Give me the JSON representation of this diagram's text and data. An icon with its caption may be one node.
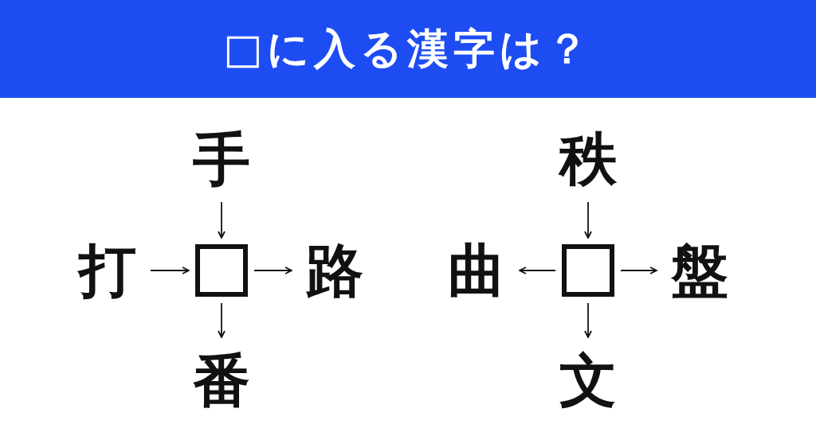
{
  "diagram": {
    "title": "□に入る漢字は？",
    "nodes": [
      {
        "text": [
          "手"
        ]
      },
      {
        "text": [
          "打"
        ]
      },
      {
        "text": [],
        "shape": "box"
      },
      {
        "text": [
          "路"
        ]
      },
      {
        "text": [
          "番"
        ]
      },
      {
        "text": [
          "秩"
        ]
      },
      {
        "text": [
          "曲"
        ]
      },
      {
        "text": [],
        "shape": "box"
      },
      {
        "text": [
          "盤"
        ]
      },
      {
        "text": [
          "文"
        ]
      }
    ],
    "edges": [
      {
        "from": 0,
        "to": 2,
        "arrow": "to"
      },
      {
        "from": 1,
        "to": 2,
        "arrow": "to"
      },
      {
        "from": 2,
        "to": 3,
        "arrow": "to"
      },
      {
        "from": 2,
        "to": 4,
        "arrow": "to"
      },
      {
        "from": 5,
        "to": 7,
        "arrow": "to"
      },
      {
        "from": 7,
        "to": 6,
        "arrow": "to"
      },
      {
        "from": 7,
        "to": 8,
        "arrow": "to"
      },
      {
        "from": 7,
        "to": 9,
        "arrow": "to"
      }
    ]
  }
}
